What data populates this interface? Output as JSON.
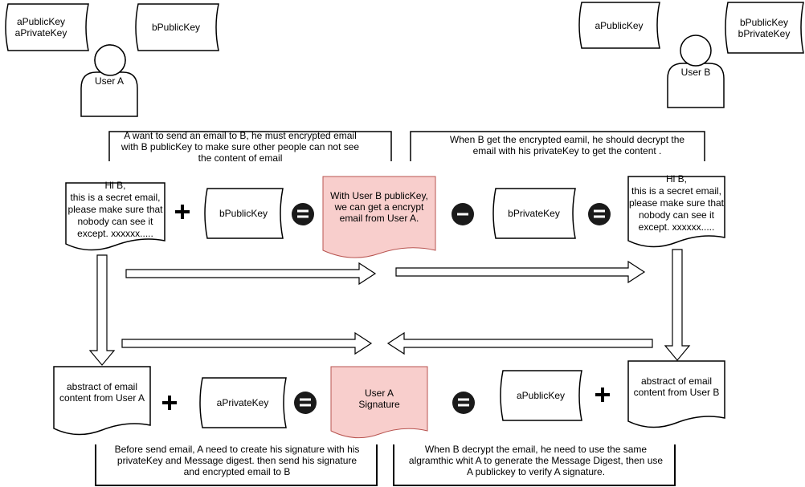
{
  "user_a": {
    "label": "User A",
    "keys_held": "aPublicKey\naPrivateKey",
    "keys_known": "bPublicKey"
  },
  "user_b": {
    "label": "User B",
    "keys_known": "aPublicKey",
    "keys_held": "bPublicKey\nbPrivateKey"
  },
  "notes": {
    "encrypt": "A want to send an email to B, he must encrypted email with B publicKey to make sure other people can not see the content of email",
    "decrypt": "When B get the encrypted eamil, he should decrypt the email with his privateKey to get the content .",
    "sign": "Before send email, A need to create his signature with his privateKey and Message digest. then send his signature and encrypted email to B",
    "verify": "When B decrypt the email, he need to use the same algramthic whit A to generate the Message Digest, then use A publickey to verify A  signature."
  },
  "row1": {
    "email_a": "Hi B,\nthis is a secret email, please make sure that nobody can see it except. xxxxxx.....",
    "op_plus": "+",
    "key_b_public": "bPublicKey",
    "op_equals_1": "=",
    "encrypted": "With User B publicKey, we can get a encrypt email from  User A.",
    "op_minus": "−",
    "key_b_private": "bPrivateKey",
    "op_equals_2": "=",
    "email_b": "Hi B,\nthis is a secret email, please make sure that nobody can see it except. xxxxxx....."
  },
  "row2": {
    "digest_a": "abstract of email content from User A",
    "op_plus_1": "+",
    "key_a_private": "aPrivateKey",
    "op_equals_1": "=",
    "signature": "User A\nSignature",
    "op_equals_2": "=",
    "key_a_public": "aPublicKey",
    "op_plus_2": "+",
    "digest_b": "abstract of email content from User B"
  },
  "colors": {
    "stroke": "#000000",
    "highlight_fill": "#f8cecc",
    "highlight_stroke": "#b85450",
    "operator_fill": "#1a1a1a"
  }
}
